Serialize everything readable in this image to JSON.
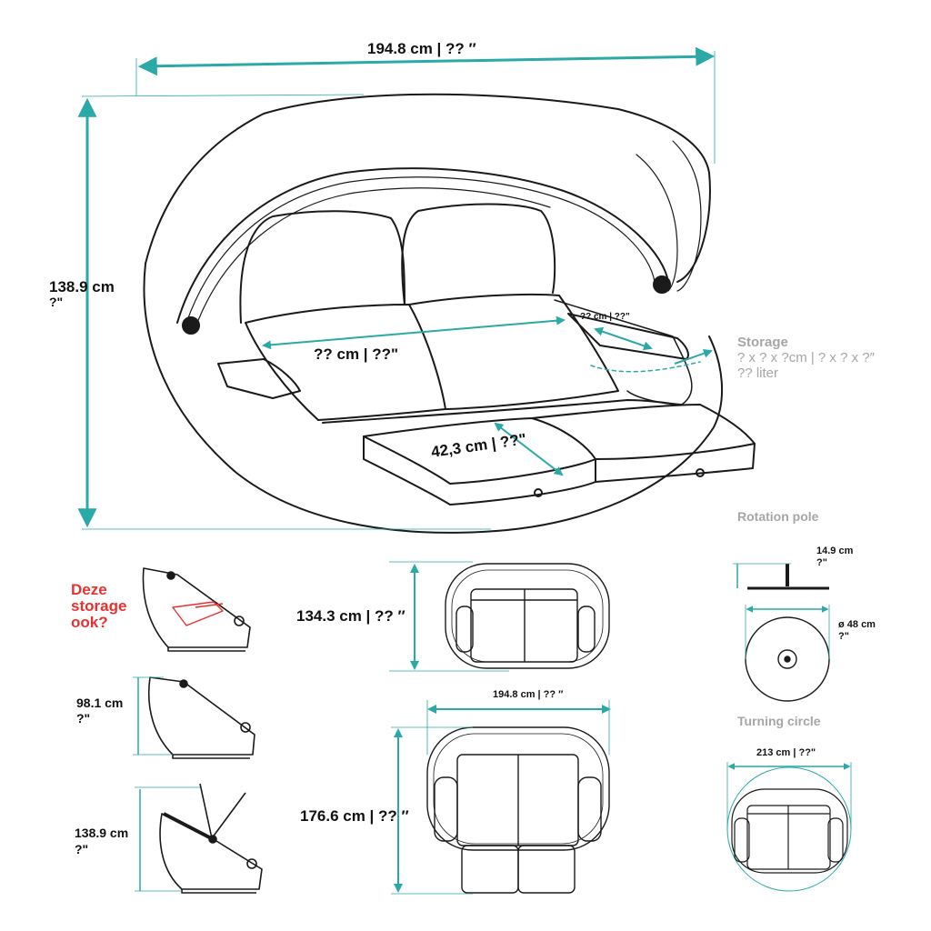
{
  "colors": {
    "dimension": "#2aa9a6",
    "outline": "#1a1a1a",
    "muted": "#a6a6a6",
    "note": "#e8312f"
  },
  "main": {
    "width_label": "194.8 cm | ?? ″",
    "height_label_cm": "138.9 cm",
    "height_label_in": "?\"",
    "seat_width_label": "?? cm | ??\"",
    "armrest_label": "?? cm | ??\"",
    "footrest_depth_label": "42,3 cm | ??\"",
    "storage_title": "Storage",
    "storage_dims": "? x ? x ?cm | ? x ? x ?″",
    "storage_volume": "?? liter"
  },
  "side_views": {
    "note": "Deze\nstorage\nook?",
    "closed_height_cm": "98.1 cm",
    "closed_height_in": "?\"",
    "open_height_cm": "138.9 cm",
    "open_height_in": "?\""
  },
  "top_views": {
    "depth_closed": "134.3 cm | ?? ″",
    "width": "194.8 cm | ?? ″",
    "depth_extended": "176.6 cm | ?? ″"
  },
  "rotation_pole": {
    "title": "Rotation pole",
    "height_cm": "14.9 cm",
    "height_in": "?\"",
    "diameter_cm": "ø 48 cm",
    "diameter_in": "?\""
  },
  "turning_circle": {
    "title": "Turning circle",
    "diameter": "213 cm | ??\""
  }
}
